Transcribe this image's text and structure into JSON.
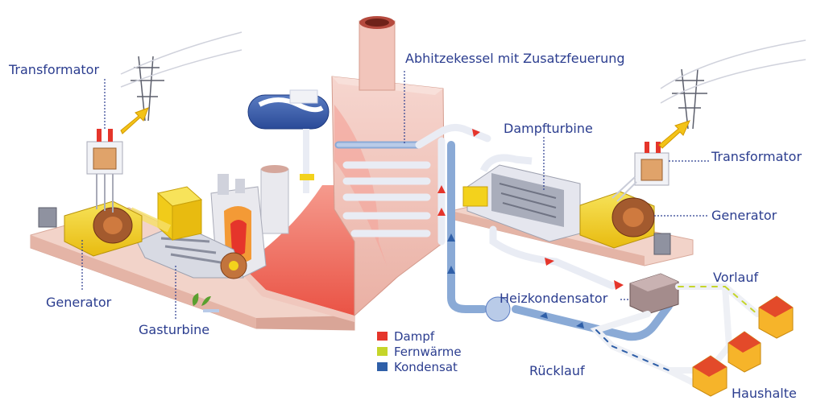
{
  "labels": {
    "transformator_left": "Transformator",
    "transformator_right": "Transformator",
    "abhitzekessel": "Abhitzekessel mit Zusatzfeuerung",
    "dampfturbine": "Dampfturbine",
    "generator_left": "Generator",
    "generator_right": "Generator",
    "gasturbine": "Gasturbine",
    "heizkondensator": "Heizkondensator",
    "vorlauf": "Vorlauf",
    "ruecklauf": "Rücklauf",
    "haushalte": "Haushalte"
  },
  "legend": [
    {
      "label": "Dampf",
      "color": "#e5352b"
    },
    {
      "label": "Fernwärme",
      "color": "#c5d52a"
    },
    {
      "label": "Kondensat",
      "color": "#2f5fa8"
    }
  ],
  "colors": {
    "label_text": "#2b3d8f",
    "platform": "#f0cfc4",
    "generator_yellow": "#f3d21c",
    "boiler": "#f2c3b9",
    "steam_red": "#e5352b",
    "condensate_blue": "#8aaad6",
    "house_yellow": "#f6b42a",
    "house_roof": "#e34a2a"
  }
}
